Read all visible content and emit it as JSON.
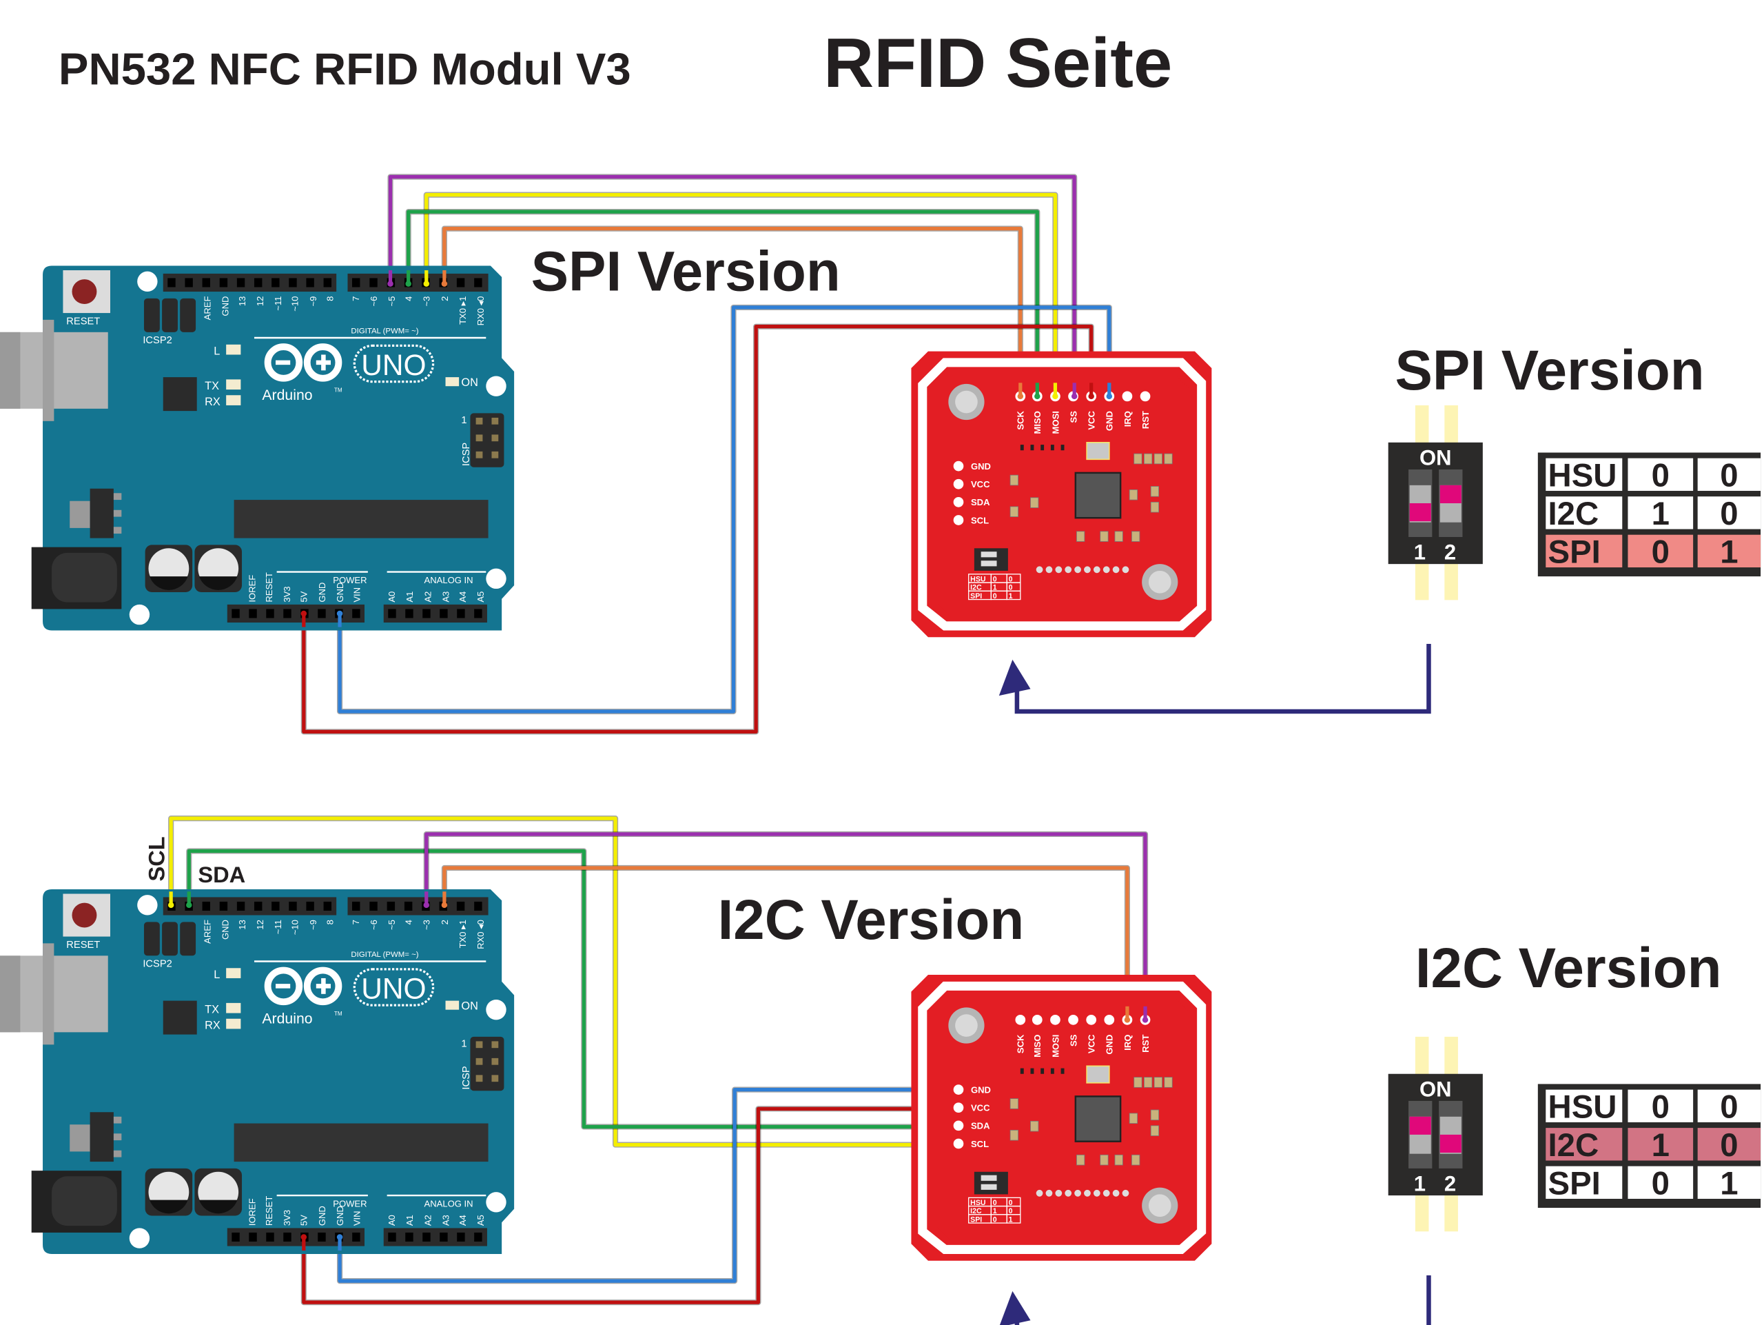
{
  "header": {
    "module_title": "PN532 NFC RFID Modul V3",
    "page_title": "RFID Seite"
  },
  "colors": {
    "arduino_board": "#147591",
    "pn532_board": "#e31e24",
    "wire_purple": "#9b2fae",
    "wire_yellow": "#f4ee00",
    "wire_green": "#1ea24a",
    "wire_orange": "#e87a3a",
    "wire_blue": "#2f7fd6",
    "wire_red": "#c01010",
    "arrow": "#2e2a7a",
    "table_highlight_spi": "#f08a86",
    "table_highlight_i2c": "#d27484",
    "switch_on": "#e0087a"
  },
  "arduino": {
    "reset": "RESET",
    "icsp2": "ICSP2",
    "led_l": "L",
    "led_tx": "TX",
    "led_rx": "RX",
    "led_on": "ON",
    "icsp": "ICSP",
    "icsp_pin1": "1",
    "brand": "Arduino",
    "model": "UNO",
    "tm": "TM",
    "digital_label": "DIGITAL (PWM= ~)",
    "power_label": "POWER",
    "analog_label": "ANALOG IN",
    "digital_pins": [
      "AREF",
      "GND",
      "13",
      "12",
      "~11",
      "~10",
      "~9",
      "8",
      "7",
      "~6",
      "~5",
      "4",
      "~3",
      "2",
      "TX0 ▸1",
      "RX0 ◂0"
    ],
    "power_pins": [
      "IOREF",
      "RESET",
      "3V3",
      "5V",
      "GND",
      "GND",
      "VIN"
    ],
    "analog_pins": [
      "A0",
      "A1",
      "A2",
      "A3",
      "A4",
      "A5"
    ]
  },
  "pn532": {
    "top_pins": [
      "SCK",
      "MISO",
      "MOSI",
      "SS",
      "VCC",
      "GND",
      "IRQ",
      "RST"
    ],
    "side_pins": [
      "GND",
      "VCC",
      "SDA",
      "SCL"
    ],
    "mini_table": [
      [
        "HSU",
        "0",
        "0"
      ],
      [
        "I2C",
        "1",
        "0"
      ],
      [
        "SPI",
        "0",
        "1"
      ]
    ]
  },
  "spi_section": {
    "wiring_title": "SPI Version",
    "switch_title": "SPI Version",
    "switch_on_label": "ON",
    "switch_numbers": [
      "1",
      "2"
    ],
    "switch_positions": {
      "1": 0,
      "2": 1
    },
    "table": [
      [
        "HSU",
        "0",
        "0"
      ],
      [
        "I2C",
        "1",
        "0"
      ],
      [
        "SPI",
        "0",
        "1"
      ]
    ],
    "highlight_row": "SPI"
  },
  "i2c_section": {
    "wiring_title": "I2C Version",
    "switch_title": "I2C Version",
    "switch_on_label": "ON",
    "switch_numbers": [
      "1",
      "2"
    ],
    "switch_positions": {
      "1": 1,
      "2": 0
    },
    "table": [
      [
        "HSU",
        "0",
        "0"
      ],
      [
        "I2C",
        "1",
        "0"
      ],
      [
        "SPI",
        "0",
        "1"
      ]
    ],
    "highlight_row": "I2C",
    "scl_label": "SCL",
    "sda_label": "SDA"
  }
}
